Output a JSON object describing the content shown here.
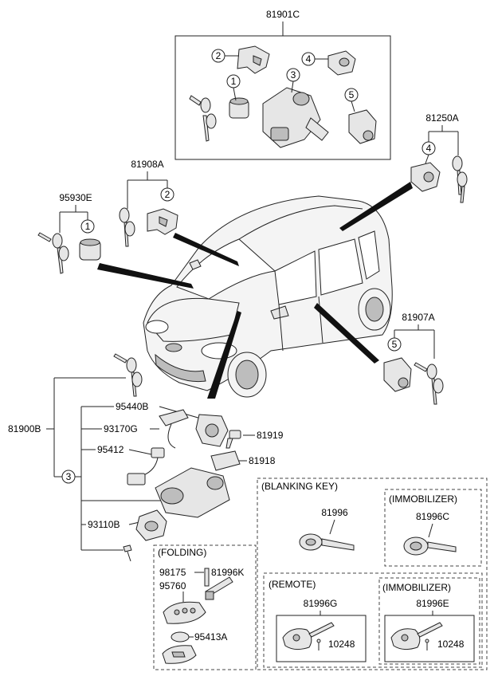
{
  "parts": {
    "p81901C": "81901C",
    "p81250A": "81250A",
    "p81908A": "81908A",
    "p95930E": "95930E",
    "p81907A": "81907A",
    "p95440B": "95440B",
    "p93170G": "93170G",
    "p81919": "81919",
    "p95412": "95412",
    "p81918": "81918",
    "p81900B": "81900B",
    "p93110B": "93110B",
    "p98175": "98175",
    "p81996K": "81996K",
    "p95760": "95760",
    "p95413A": "95413A",
    "p81996": "81996",
    "p81996C": "81996C",
    "p81996G": "81996G",
    "p81996E": "81996E",
    "p10248a": "10248",
    "p10248b": "10248"
  },
  "callouts": {
    "c1": "1",
    "c2": "2",
    "c3": "3",
    "c4": "4",
    "c5": "5"
  },
  "groups": {
    "blanking_key": "(BLANKING KEY)",
    "immobilizer_1": "(IMMOBILIZER)",
    "remote": "(REMOTE)",
    "immobilizer_2": "(IMMOBILIZER)",
    "folding": "(FOLDING)"
  }
}
